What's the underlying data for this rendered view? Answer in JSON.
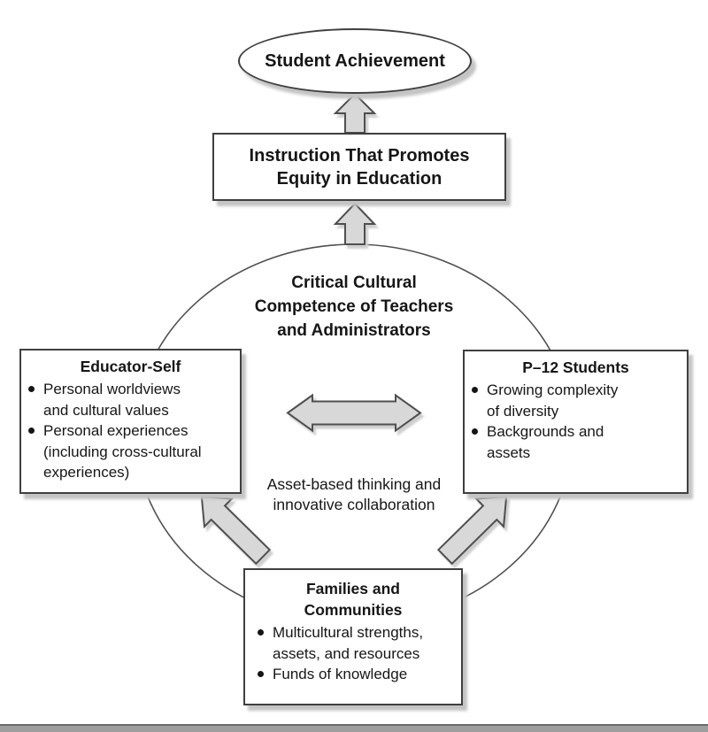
{
  "colors": {
    "background": "#ffffff",
    "text": "#161616",
    "shape_border": "#3f3f3f",
    "line": "#4f4f4f",
    "arrow_fill": "#d8d8d8",
    "arrow_stroke": "#4f4f4f",
    "shadow": "#c4c4c4",
    "bottom_bar": "#9e9e9e"
  },
  "nodes": {
    "achievement": {
      "label": "Student Achievement"
    },
    "instruction": {
      "label": "Instruction That Promotes\nEquity in Education"
    },
    "competence_circle": {
      "label": "Critical Cultural\nCompetence of Teachers\nand Administrators"
    },
    "center_note": {
      "label": "Asset-based thinking and\ninnovative collaboration"
    },
    "educator": {
      "title": "Educator-Self",
      "bullets": [
        "Personal worldviews\nand cultural values",
        "Personal experiences\n(including cross-cultural\nexperiences)"
      ]
    },
    "students": {
      "title": "P–12 Students",
      "bullets": [
        "Growing complexity\nof diversity",
        "Backgrounds and\nassets"
      ]
    },
    "families": {
      "title": "Families and\nCommunities",
      "bullets": [
        "Multicultural strengths,\nassets, and resources",
        "Funds of knowledge"
      ]
    }
  }
}
